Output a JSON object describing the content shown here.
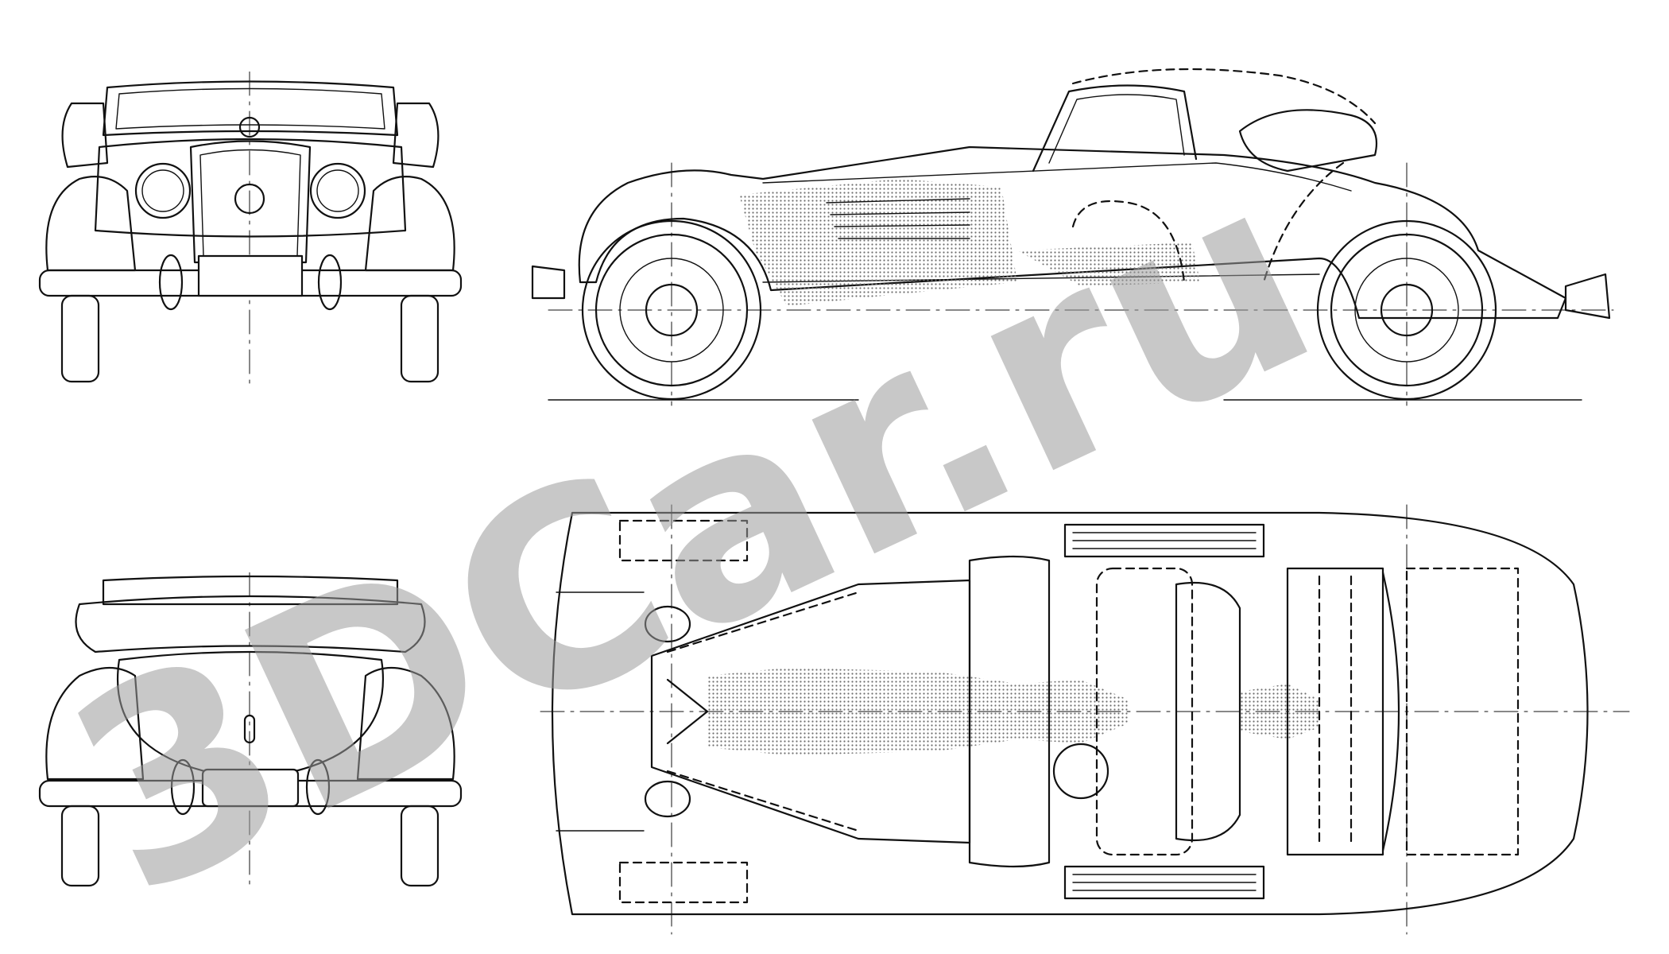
{
  "watermark": {
    "text": "3DCar.ru",
    "color": "#9b9b9b"
  },
  "views": [
    {
      "id": "front",
      "label": ""
    },
    {
      "id": "side",
      "label": ""
    },
    {
      "id": "rear",
      "label": ""
    },
    {
      "id": "top",
      "label": ""
    }
  ],
  "colors": {
    "ink": "#111111",
    "paper": "#ffffff",
    "shading": "#7a7a7a"
  }
}
